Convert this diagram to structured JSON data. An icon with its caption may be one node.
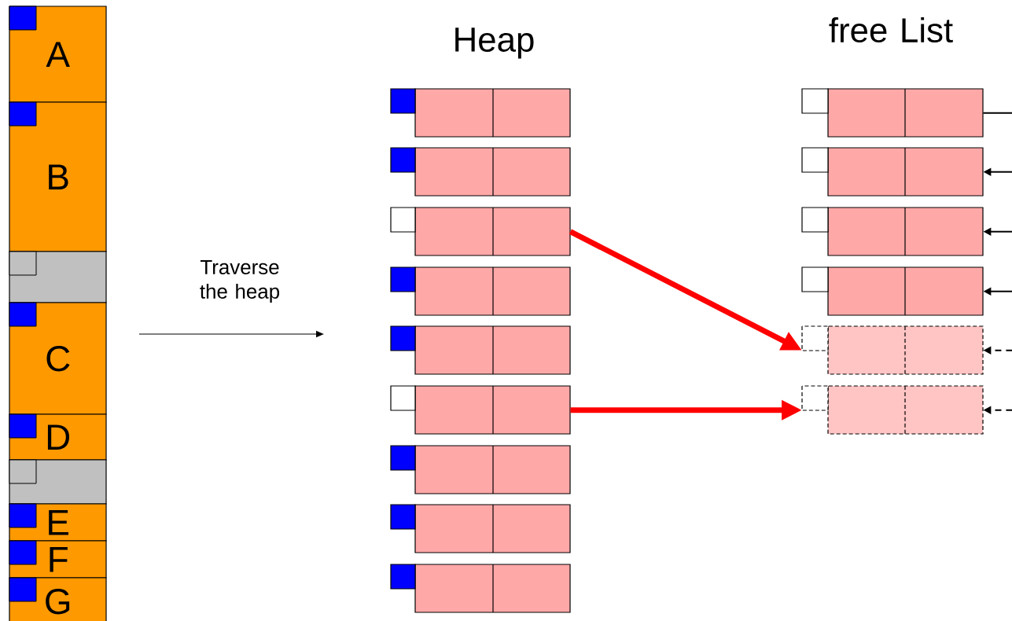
{
  "diagram": {
    "nodes": [
      {
        "text": [
          "A"
        ]
      },
      {
        "text": [
          "B"
        ]
      },
      {
        "text": [],
        "shape": "box"
      },
      {
        "text": [
          "C"
        ]
      },
      {
        "text": [
          "D"
        ]
      },
      {
        "text": [],
        "shape": "box"
      },
      {
        "text": [
          "E"
        ]
      },
      {
        "text": [
          "F"
        ]
      },
      {
        "text": [
          "G"
        ]
      },
      {
        "text": [],
        "shape": "box"
      },
      {
        "text": [],
        "shape": "box"
      },
      {
        "text": [],
        "shape": "box"
      },
      {
        "text": [],
        "shape": "box"
      },
      {
        "text": [],
        "shape": "box"
      },
      {
        "text": [],
        "shape": "box"
      },
      {
        "text": [],
        "shape": "box"
      },
      {
        "text": [],
        "shape": "box"
      },
      {
        "text": [],
        "shape": "box"
      },
      {
        "text": [],
        "shape": "box"
      },
      {
        "text": [],
        "shape": "box"
      },
      {
        "text": [],
        "shape": "box"
      },
      {
        "text": [],
        "shape": "box"
      },
      {
        "text": [],
        "shape": "box"
      },
      {
        "text": [],
        "shape": "box"
      }
    ],
    "edges": [
      {
        "from": 11,
        "to": 22,
        "arrow": "to",
        "style": "thick",
        "color": "#ff0000"
      },
      {
        "from": 14,
        "to": 23,
        "arrow": "to",
        "style": "thick",
        "color": "#ff0000"
      },
      {
        "from": 18,
        "to": null,
        "arrow": "none"
      },
      {
        "from": null,
        "to": 19,
        "arrow": "to"
      },
      {
        "from": null,
        "to": 20,
        "arrow": "to"
      },
      {
        "from": null,
        "to": 21,
        "arrow": "to"
      },
      {
        "from": null,
        "to": 22,
        "arrow": "to",
        "style": "dashed"
      },
      {
        "from": null,
        "to": 23,
        "arrow": "to",
        "style": "dashed"
      }
    ],
    "labels": [
      "Heap",
      "free List",
      "Traverse the heap"
    ]
  }
}
